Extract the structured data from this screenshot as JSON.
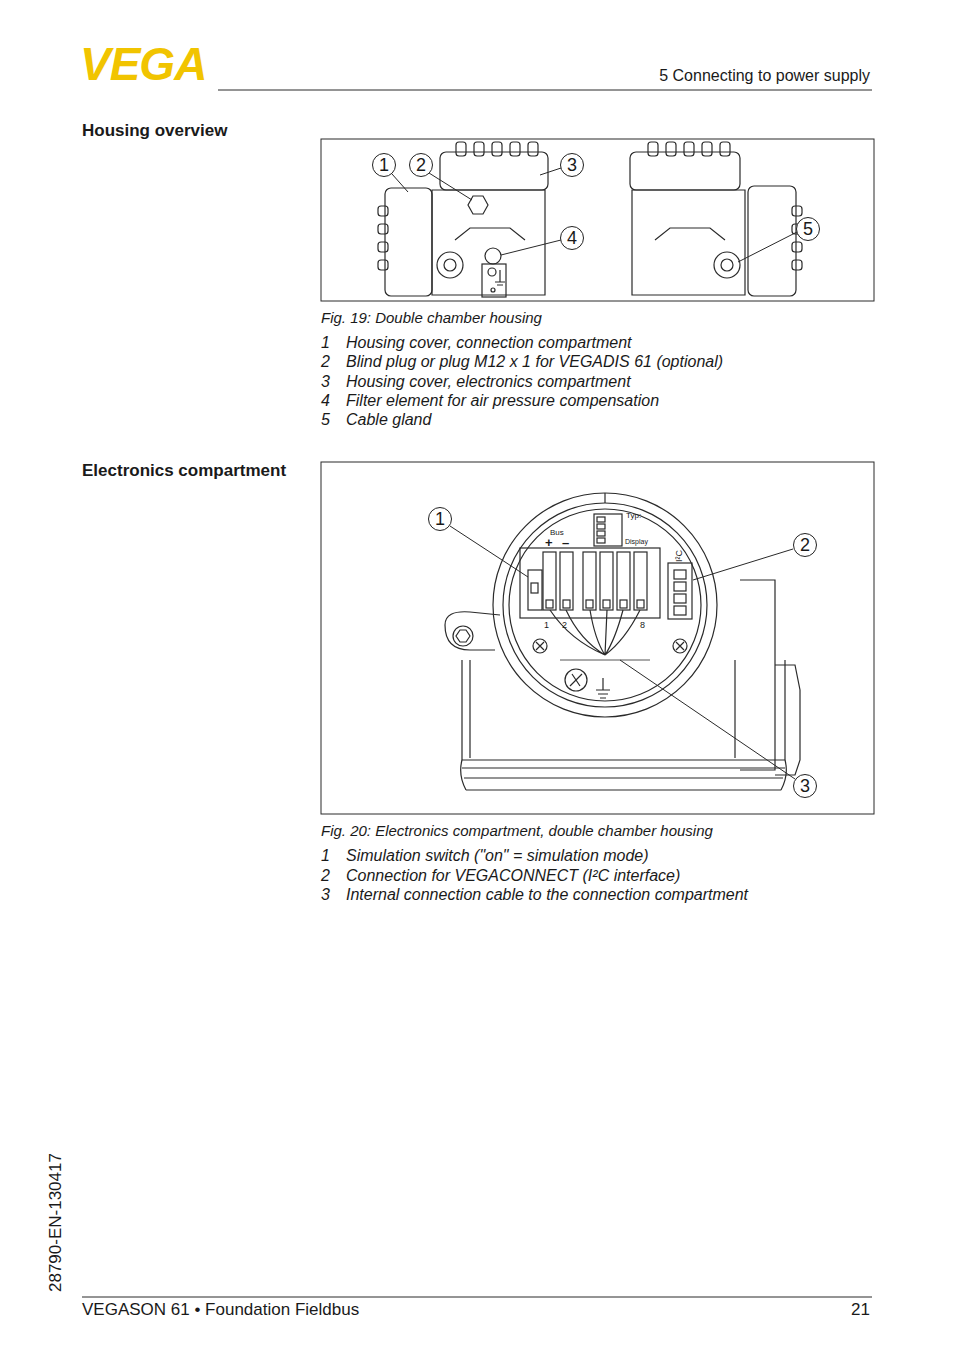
{
  "diagram": {
    "nodes": [
      {
        "text": [
          "1"
        ]
      },
      {
        "text": [
          "2"
        ]
      },
      {
        "text": [
          "3"
        ]
      },
      {
        "text": [
          "4"
        ]
      },
      {
        "text": [
          "5"
        ]
      },
      {
        "text": [
          "1"
        ]
      },
      {
        "text": [
          "2"
        ]
      },
      {
        "text": [
          "3"
        ]
      }
    ],
    "labels": [
      "VEGA",
      "5 Connecting to power supply",
      "Housing overview",
      "Fig. 19: Double chamber housing",
      "1",
      "Housing cover, connection compartment",
      "2",
      "Blind plug or plug M12 x 1 for VEGADIS 61 (optional)",
      "3",
      "Housing cover, electronics compartment",
      "4",
      "Filter element for air pressure compensation",
      "5",
      "Cable gland",
      "Electronics compartment",
      "Fig. 20: Electronics compartment, double chamber housing",
      "1",
      "Simulation switch (\"on\" = simulation mode)",
      "2",
      "Connection for VEGACONNECT (I²C interface)",
      "3",
      "Internal connection cable to the connection compartment",
      "Typ:",
      "Display",
      "Bus",
      "+",
      "–",
      "I²C",
      "1",
      "2",
      "8",
      "28790-EN-130417",
      "VEGASON 61 • Foundation Fieldbus",
      "21"
    ]
  }
}
